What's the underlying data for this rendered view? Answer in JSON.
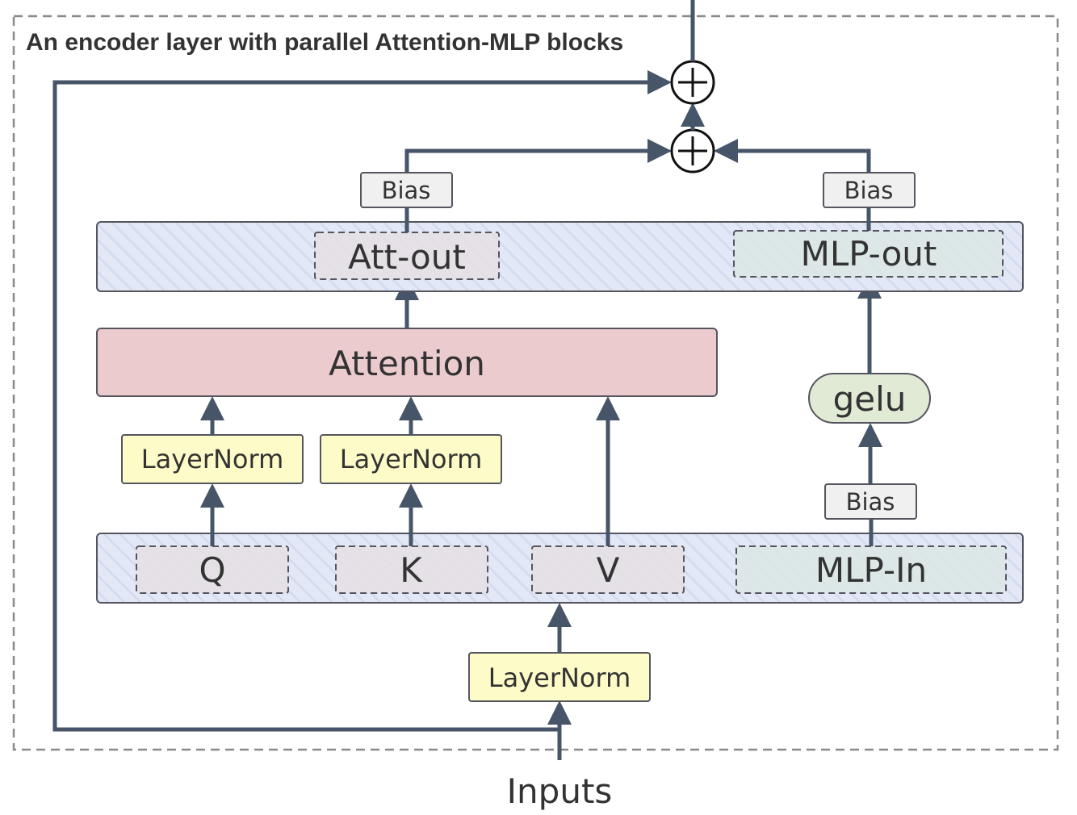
{
  "title": "An encoder layer with parallel Attention-MLP blocks",
  "input_label": "Inputs",
  "layernorm_input": "LayerNorm",
  "projections_in": {
    "q": "Q",
    "k": "K",
    "v": "V",
    "mlp_in": "MLP-In"
  },
  "layernorm_q": "LayerNorm",
  "layernorm_k": "LayerNorm",
  "bias_mlp_in": "Bias",
  "gelu": "gelu",
  "attention": "Attention",
  "projections_out": {
    "att_out": "Att-out",
    "mlp_out": "MLP-out"
  },
  "bias_att_out": "Bias",
  "bias_mlp_out": "Bias",
  "colors": {
    "connector": "#475569",
    "projection_band": "#e3e8f6",
    "attention_fill": "#ebcbce",
    "layernorm_fill": "#fdfcc9",
    "gelu_fill": "#e1ead4",
    "bias_fill": "#f0f0f0",
    "att_proj_fill": "#e5dfe3",
    "mlp_proj_fill": "#dce6e4"
  }
}
